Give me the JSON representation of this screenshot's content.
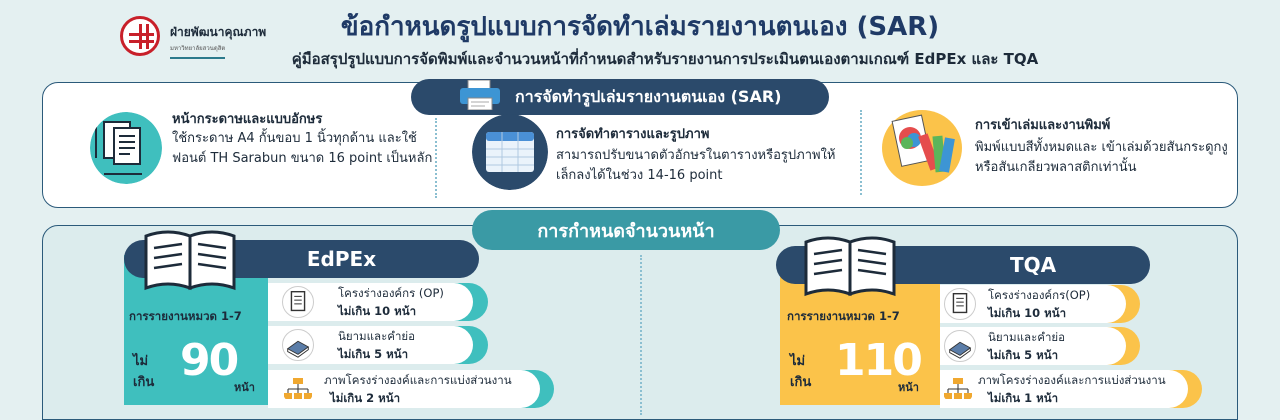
{
  "header": {
    "org_name": "ฝ่ายพัฒนาคุณภาพ",
    "org_sub": "มหาวิทยาลัยสวนดุสิต",
    "title": "ข้อกำหนดรูปแบบการจัดทำเล่มรายงานตนเอง (SAR)",
    "subtitle": "คู่มือสรุปรูปแบบการจัดพิมพ์และจำนวนหน้าที่กำหนดสำหรับรายงานการประเมินตนเองตามเกณฑ์ EdPEx และ TQA"
  },
  "format_section": {
    "heading": "การจัดทำรูปเล่มรายงานตนเอง (SAR)",
    "items": [
      {
        "title": "หน้ากระดาษและแบบอักษร",
        "body": "ใช้กระดาษ A4 กั้นขอบ 1 นิ้วทุกด้าน และใช้ฟอนต์ TH Sarabun ขนาด 16 point เป็นหลัก",
        "icon": "document-icon"
      },
      {
        "title": "การจัดทำตารางและรูปภาพ",
        "body": "สามารถปรับขนาดตัวอักษรในตารางหรือรูปภาพให้เล็กลงได้ในช่วง 14-16 point",
        "icon": "table-icon"
      },
      {
        "title": "การเข้าเล่มและงานพิมพ์",
        "body": "พิมพ์แบบสีทั้งหมดและ เข้าเล่มด้วยสันกระดูกงูหรือสันเกลียวพลาสติกเท่านั้น",
        "icon": "color-swatch-icon"
      }
    ]
  },
  "pages_section": {
    "heading": "การกำหนดจำนวนหน้า",
    "columns": [
      {
        "name": "EdPEx",
        "label": "การรายงานหมวด 1-7",
        "max_label": "ไม่เกิน",
        "max_pages": "90",
        "unit": "หน้า",
        "accent": "#3fbfbe",
        "rows": [
          {
            "title": "โครงร่างองค์กร (OP)",
            "limit": "ไม่เกิน 10 หน้า",
            "icon": "document-icon"
          },
          {
            "title": "นิยามและคำย่อ",
            "limit": "ไม่เกิน 5 หน้า",
            "icon": "book-icon"
          },
          {
            "title": "ภาพโครงร่างองค์และการแบ่งส่วนงาน",
            "limit": "ไม่เกิน 2 หน้า",
            "icon": "org-chart-icon"
          }
        ]
      },
      {
        "name": "TQA",
        "label": "การรายงานหมวด 1-7",
        "max_label": "ไม่เกิน",
        "max_pages": "110",
        "unit": "หน้า",
        "accent": "#fbc34a",
        "rows": [
          {
            "title": "โครงร่างองค์กร(OP)",
            "limit": "ไม่เกิน 10 หน้า",
            "icon": "document-icon"
          },
          {
            "title": "นิยามและคำย่อ",
            "limit": "ไม่เกิน 5 หน้า",
            "icon": "book-icon"
          },
          {
            "title": "ภาพโครงร่างองค์และการแบ่งส่วนงาน",
            "limit": "ไม่เกิน 1 หน้า",
            "icon": "org-chart-icon"
          }
        ]
      }
    ]
  },
  "colors": {
    "navy": "#2b4a6b",
    "teal": "#3a9aa5",
    "aqua": "#3fbfbe",
    "yellow": "#fbc34a"
  }
}
